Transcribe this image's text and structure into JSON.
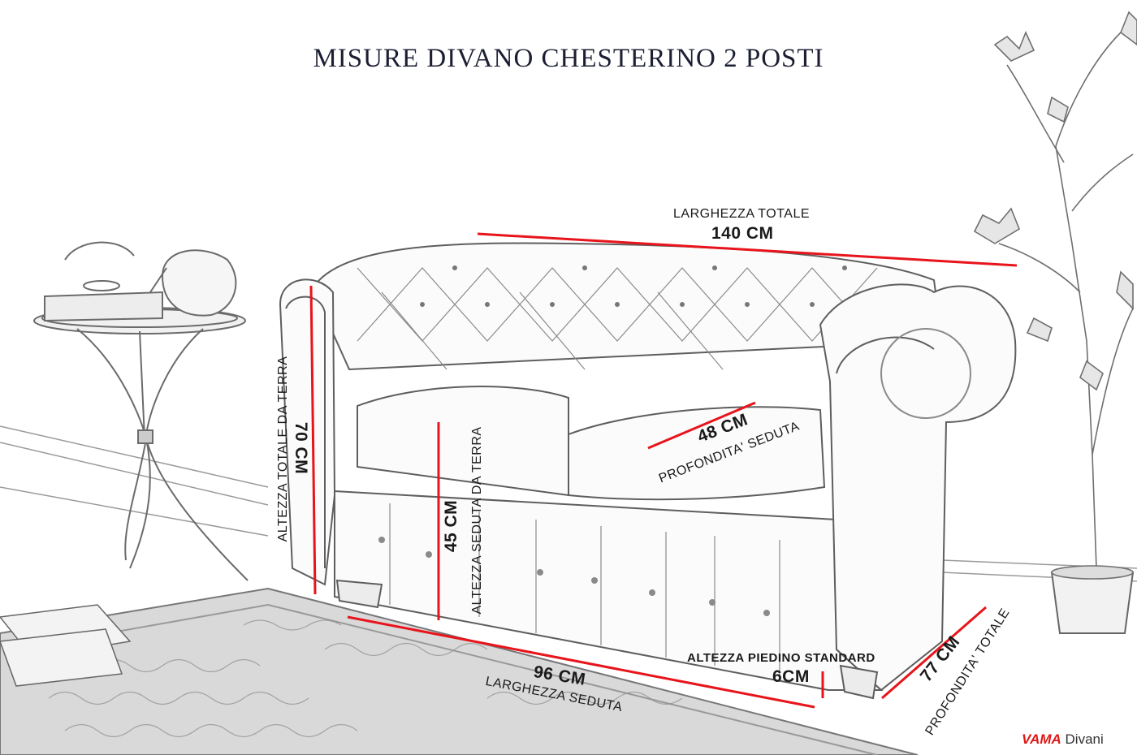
{
  "title": "MISURE DIVANO CHESTERINO 2 POSTI",
  "dimensions": {
    "total_width": {
      "label": "LARGHEZZA TOTALE",
      "value": "140 CM"
    },
    "total_height": {
      "label": "ALTEZZA TOTALE DA TERRA",
      "value": "70 CM"
    },
    "seat_height": {
      "label": "ALTEZZA SEDUTA DA TERRA",
      "value": "45 CM"
    },
    "seat_depth": {
      "label": "PROFONDITA' SEDUTA",
      "value": "48 CM"
    },
    "seat_width": {
      "label": "LARGHEZZA SEDUTA",
      "value": "96 CM"
    },
    "foot_height": {
      "label": "ALTEZZA PIEDINO STANDARD",
      "value": "6CM"
    },
    "total_depth": {
      "label": "PROFONDITA' TOTALE",
      "value": "77 CM"
    }
  },
  "brand": {
    "name": "VAMA",
    "suffix": "Divani"
  },
  "colors": {
    "dimension_line": "#e8141b",
    "title": "#1c1f33",
    "sketch": "#6b6b6b"
  },
  "icons": [
    "sofa-sketch",
    "side-table-sketch",
    "plant-sketch",
    "rug-sketch"
  ]
}
